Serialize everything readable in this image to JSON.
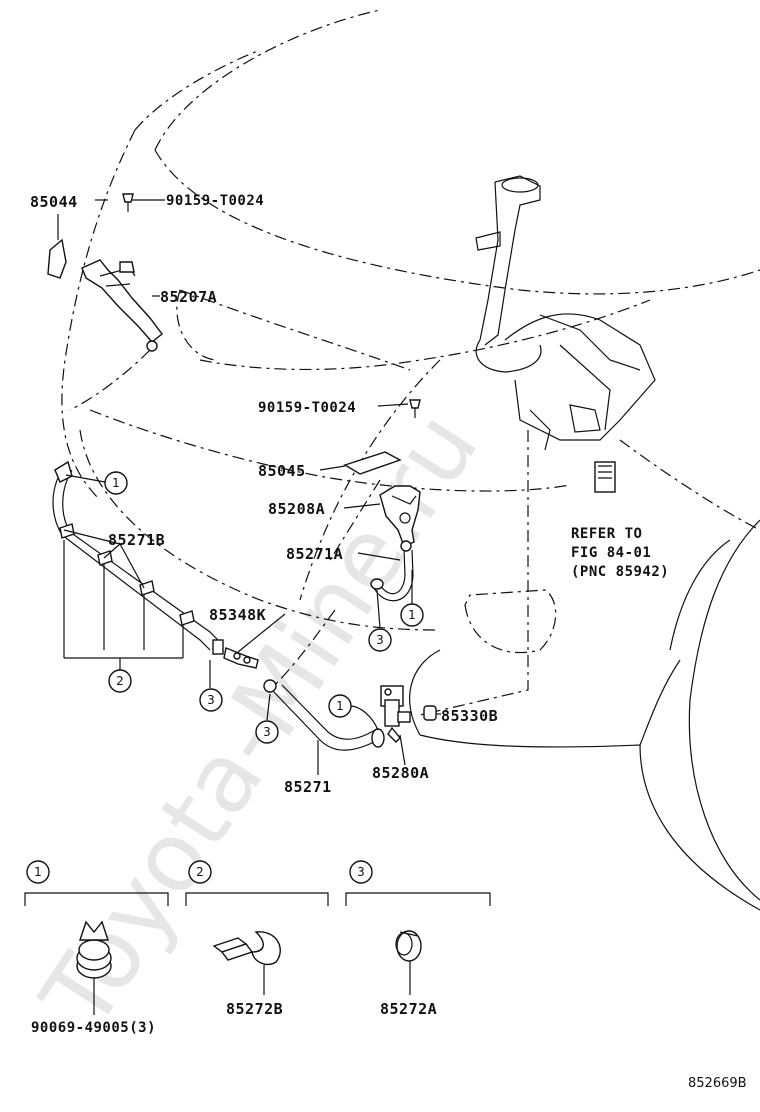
{
  "watermark": "Toyota-Mine.ru",
  "labels": {
    "p85044": "85044",
    "p90159_top": "90159-T0024",
    "p85207A": "85207A",
    "p90159_mid": "90159-T0024",
    "p85045": "85045",
    "p85208A": "85208A",
    "p85271B": "85271B",
    "p85271A": "85271A",
    "p85348K": "85348K",
    "p85330B": "85330B",
    "p85271": "85271",
    "p85280A": "85280A"
  },
  "refer": {
    "line1": "REFER TO",
    "line2": "FIG 84-01",
    "line3": "(PNC 85942)"
  },
  "callouts": {
    "one": "1",
    "two": "2",
    "three": "3"
  },
  "legend": {
    "items": [
      {
        "key": "1",
        "part": "90069-49005(3)"
      },
      {
        "key": "2",
        "part": "85272B"
      },
      {
        "key": "3",
        "part": "85272A"
      }
    ]
  },
  "figure_code": "852669B"
}
